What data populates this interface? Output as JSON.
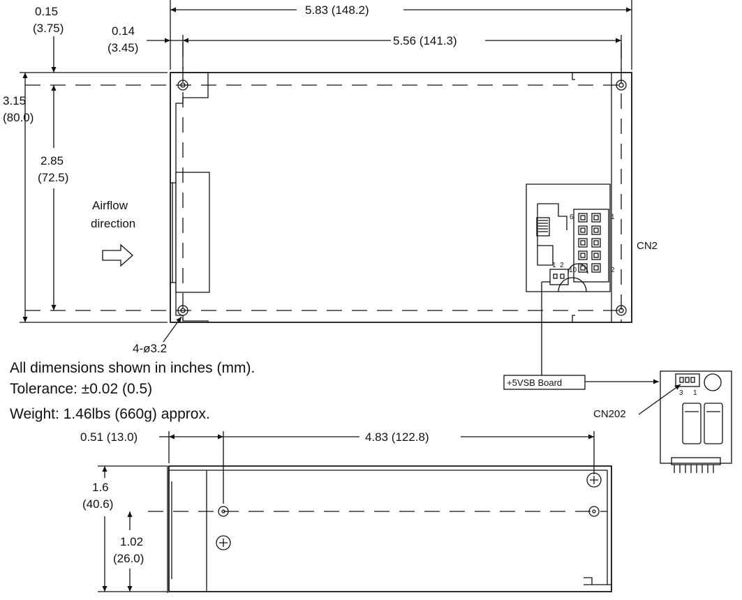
{
  "dimensions": {
    "overall_length": "5.83 (148.2)",
    "mount_length": "5.56 (141.3)",
    "offset_top_a_in": "0.15",
    "offset_top_a_mm": "(3.75)",
    "offset_top_b_in": "0.14",
    "offset_top_b_mm": "(3.45)",
    "overall_width_in": "3.15",
    "overall_width_mm": "(80.0)",
    "mount_width_in": "2.85",
    "mount_width_mm": "(72.5)",
    "side_offset": "0.51 (13.0)",
    "side_mount_length": "4.83 (122.8)",
    "height_in": "1.6",
    "height_mm": "(40.6)",
    "hole_height_in": "1.02",
    "hole_height_mm": "(26.0)"
  },
  "airflow": {
    "line1": "Airflow",
    "line2": "direction"
  },
  "holes_label": "4-ø3.2",
  "connectors": {
    "cn2": "CN2",
    "cn202": "CN202",
    "vsb_board": "+5VSB Board",
    "pin_6": "6",
    "pin_1": "1",
    "pin_10": "10",
    "pin_2": "2",
    "small_pins": "1  2",
    "cn202_pins_3": "3",
    "cn202_pins_1": "1"
  },
  "notes": {
    "line1": "All dimensions shown in inches (mm).",
    "line2": "Tolerance: ±0.02 (0.5)",
    "line3": "Weight: 1.46lbs (660g) approx."
  }
}
